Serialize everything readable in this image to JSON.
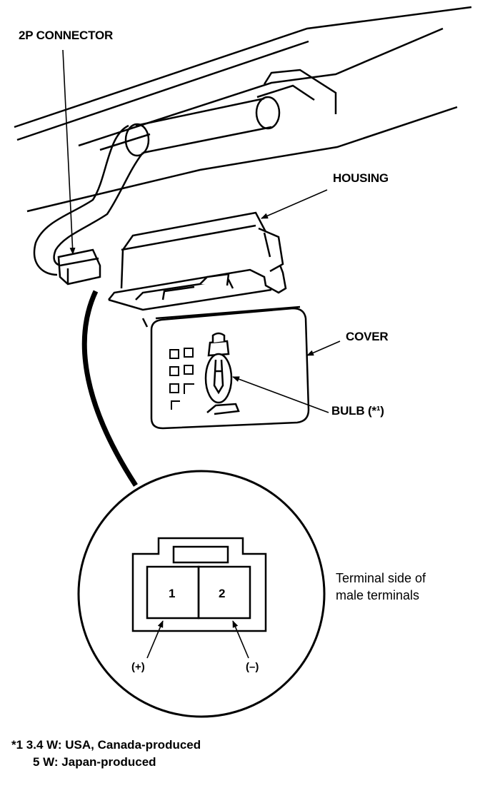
{
  "labels": {
    "connector": "2P CONNECTOR",
    "housing": "HOUSING",
    "cover": "COVER",
    "bulb": "BULB (*¹)",
    "terminal_side_line1": "Terminal side of",
    "terminal_side_line2": "male terminals",
    "pin1": "1",
    "pin2": "2",
    "plus": "(+)",
    "minus": "(–)"
  },
  "footnote": {
    "line1": "*1 3.4 W: USA, Canada-produced",
    "line2": "5 W: Japan-produced"
  }
}
